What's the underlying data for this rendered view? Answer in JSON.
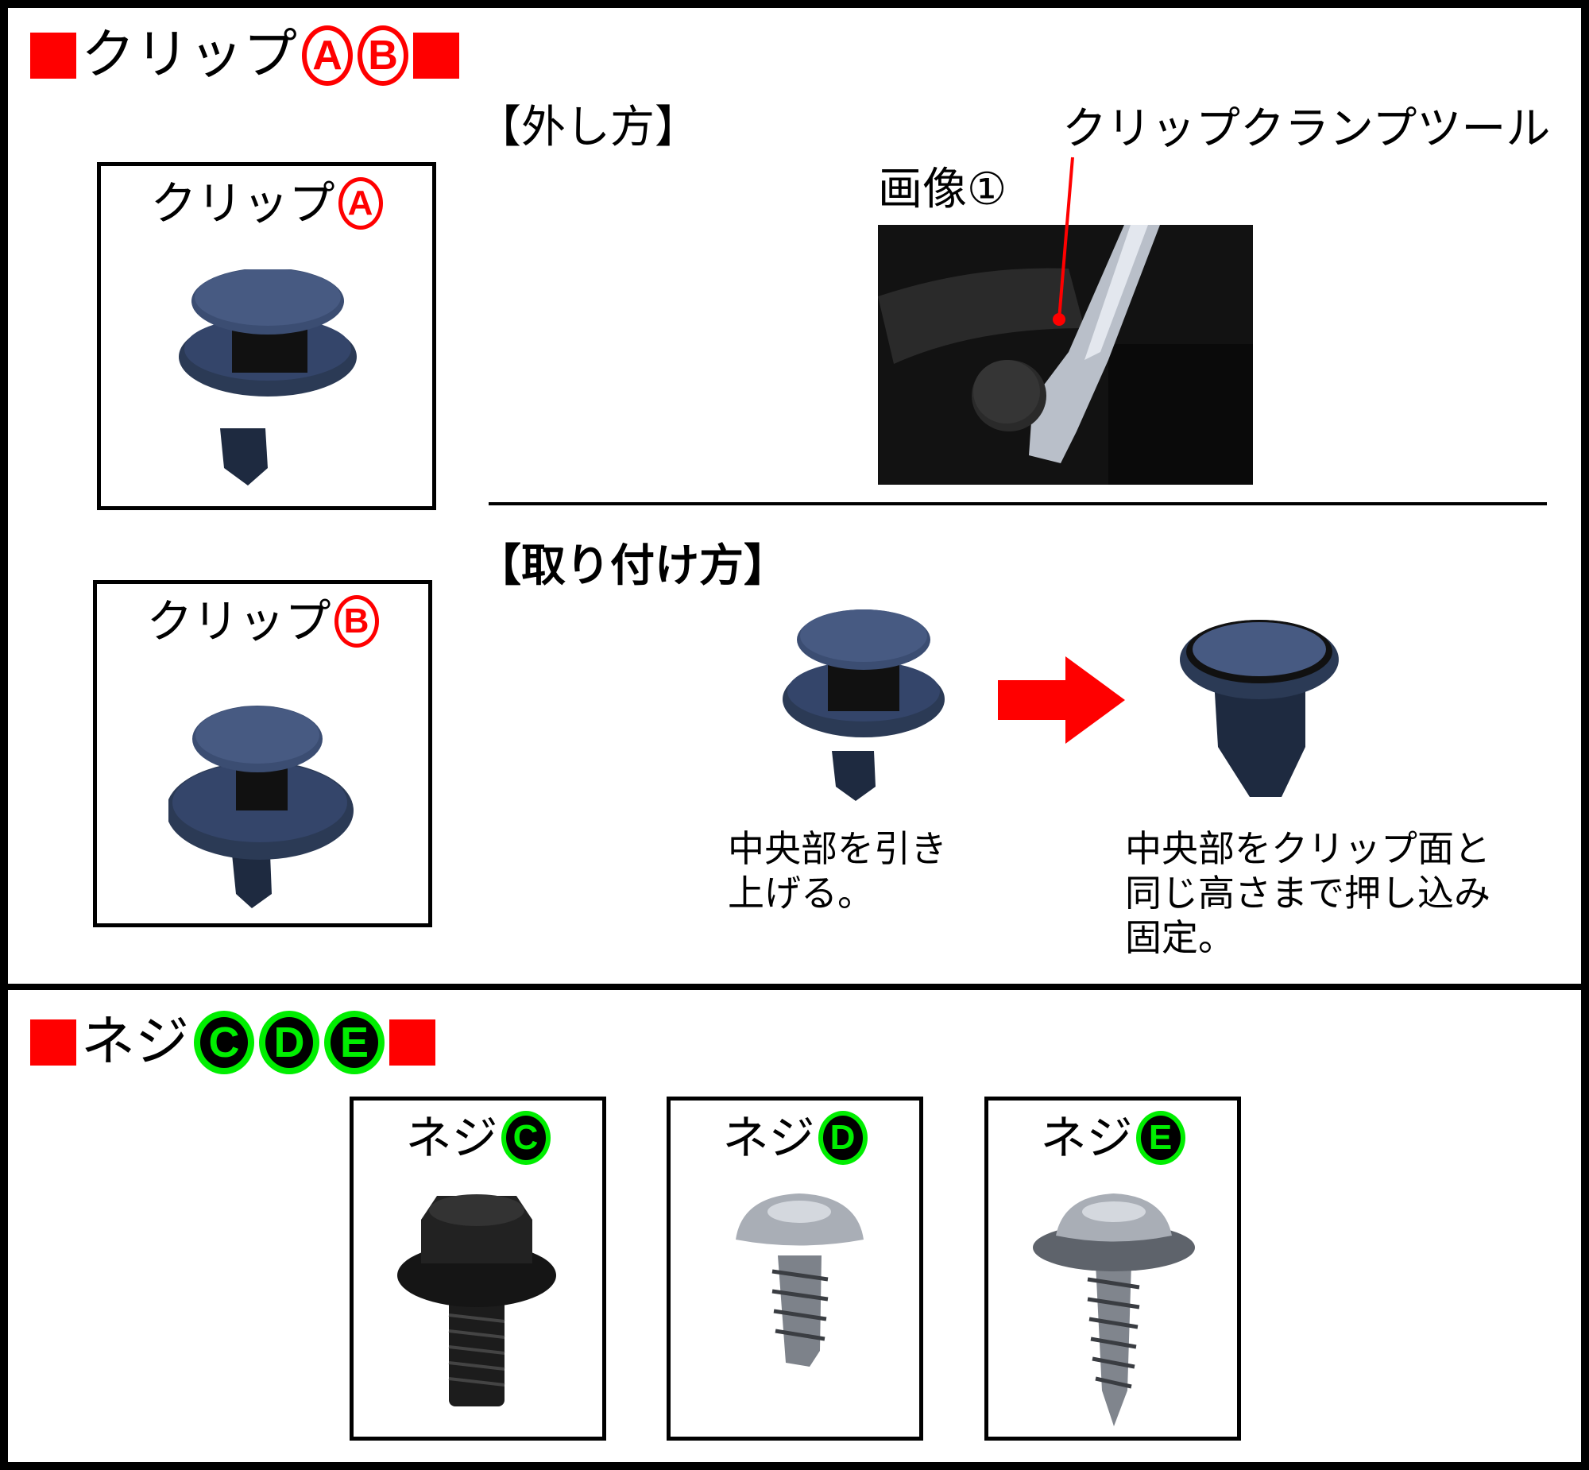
{
  "clips_section": {
    "title": "クリップ",
    "badges": [
      "A",
      "B"
    ],
    "clip_a": {
      "label": "クリップ",
      "badge": "A"
    },
    "clip_b": {
      "label": "クリップ",
      "badge": "B"
    },
    "removal": {
      "heading": "【外し方】",
      "image_label": "画像①",
      "tool_label": "クリップクランプツール"
    },
    "install": {
      "heading": "【取り付け方】",
      "step1": [
        "中央部を引き",
        "上げる。"
      ],
      "step2": [
        "中央部をクリップ面と",
        "同じ高さまで押し込み",
        "固定。"
      ]
    }
  },
  "screws_section": {
    "title": "ネジ",
    "badges": [
      "C",
      "D",
      "E"
    ],
    "screws": [
      {
        "label": "ネジ",
        "badge": "C"
      },
      {
        "label": "ネジ",
        "badge": "D"
      },
      {
        "label": "ネジ",
        "badge": "E"
      }
    ]
  },
  "colors": {
    "red": "#ff0000",
    "green": "#00ee00",
    "clip": "#2b3a55"
  }
}
